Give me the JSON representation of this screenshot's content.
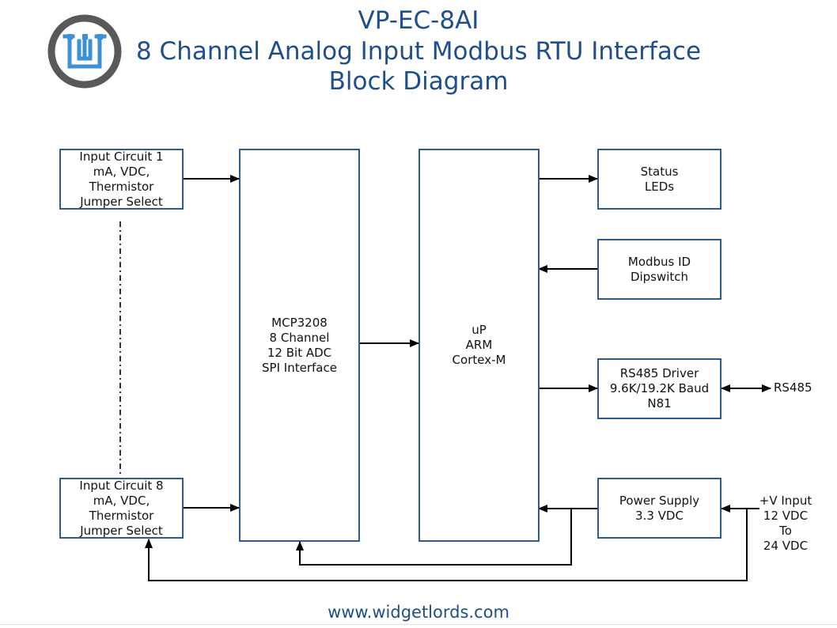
{
  "title": {
    "line1": "VP-EC-8AI",
    "line2": "8 Channel Analog Input Modbus RTU Interface",
    "line3": "Block Diagram"
  },
  "colors": {
    "title": "#1f4e8c",
    "box_border": "#2d5a8f",
    "logo_ring": "#595959",
    "logo_mark": "#3d8fd6"
  },
  "logo": {
    "icon": "widgetlords-logo"
  },
  "blocks": {
    "input1": {
      "lines": [
        "Input Circuit 1",
        "mA, VDC,",
        "Thermistor",
        "Jumper Select"
      ]
    },
    "input8": {
      "lines": [
        "Input Circuit 8",
        "mA, VDC,",
        "Thermistor",
        "Jumper Select"
      ]
    },
    "adc": {
      "lines": [
        "MCP3208",
        "8 Channel",
        "12 Bit ADC",
        "SPI Interface"
      ]
    },
    "cpu": {
      "lines": [
        "uP",
        "ARM",
        "Cortex-M"
      ]
    },
    "status": {
      "lines": [
        "Status",
        "LEDs"
      ]
    },
    "modbus_id": {
      "lines": [
        "Modbus ID",
        "Dipswitch"
      ]
    },
    "rs485_driver": {
      "lines": [
        "RS485 Driver",
        "9.6K/19.2K Baud",
        "N81"
      ]
    },
    "power": {
      "lines": [
        "Power Supply",
        "3.3 VDC"
      ]
    }
  },
  "external": {
    "rs485": "RS485",
    "power_in": [
      "+V Input",
      "12 VDC",
      "To",
      "24 VDC"
    ]
  },
  "footer": {
    "url": "www.widgetlords.com"
  }
}
